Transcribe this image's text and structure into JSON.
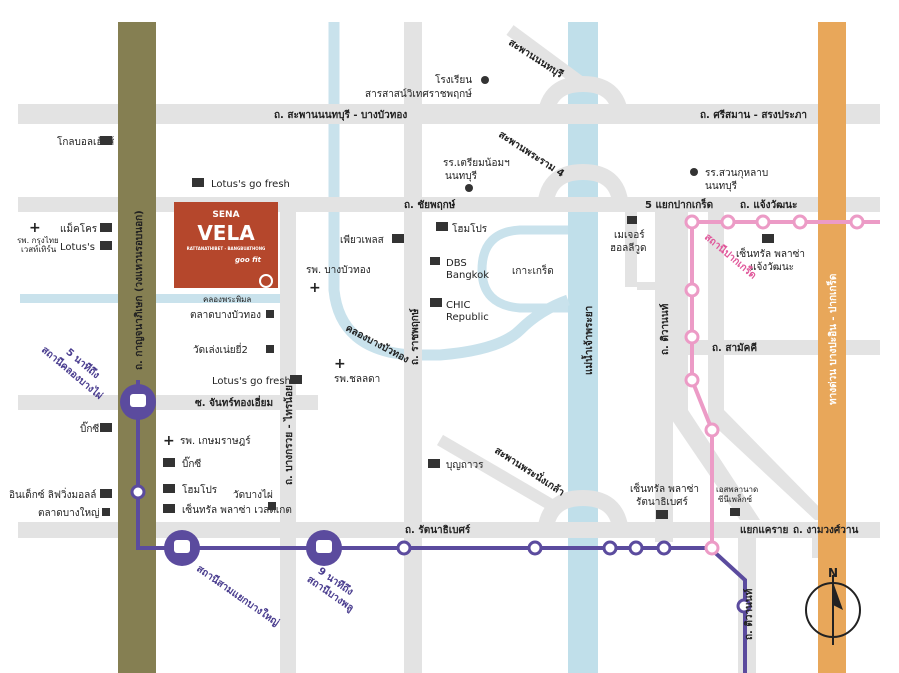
{
  "colors": {
    "road": "#e3e3e3",
    "canal": "#c9e2ec",
    "river": "#c0dfea",
    "highway_green": "#857f52",
    "expressway_orange": "#e8a75a",
    "purple_line": "#5b4b9e",
    "pink_line": "#ec9bc6",
    "logo_red": "#b5472c"
  },
  "roads": {
    "sanambinnam_bangbuathong": "ถ. สะพานนนทบุรี - บางบัวทอง",
    "srisaman_songprapa": "ถ. ศรีสมาน - สรงประภา",
    "chaiyaphruek": "ถ. ชัยพฤกษ์",
    "five_intersection": "5 แยกปากเกร็ด",
    "chaengwattana": "ถ. แจ้งวัฒนะ",
    "kanchanaphisek": "ถ. กาญจนาภิเษก (วงแหวนรอบนอก)",
    "chanthongiam": "ซ. จันทร์ทองเอี่ยม",
    "bang_kruai_sai_noi": "ถ. บางกรวย - ไทรน้อย",
    "ratchaphruek": "ถ. ราชพฤกษ์",
    "tiwanon_1": "ถ. ติวานนท์",
    "tiwanon_2": "ถ. ติวานนท์",
    "samakkhi": "ถ. สามัคคี",
    "rattanathibet": "ถ. รัตนาธิเบศร์",
    "yaek_khae_rai": "แยกแคราย",
    "ngamwongwan": "ถ. งามวงศ์วาน",
    "expressway_east": "ทางด่วน บางปะอิน - ปากเกร็ด",
    "river": "แม่น้ำเจ้าพระยา",
    "bridge_nonthaburi": "สะพานนนทบุรี",
    "bridge_rama4": "สะพานพระราม 4",
    "bridge_phranangklao": "สะพานพระนั่งเกล้า",
    "canal_phimon": "คลองพระพิมล",
    "canal_bangbuathong": "คลองบางบัวทอง",
    "ko_kret": "เกาะเกร็ด"
  },
  "pois": {
    "school_1a": "โรงเรียน",
    "school_1b": "สารสาสน์วิเทศราชพฤกษ์",
    "school_2a": "รร.เตรียมน้อมฯ",
    "school_2b": "นนทบุรี",
    "school_3a": "รร.สวนกุหลาบ",
    "school_3b": "นนทบุรี",
    "globalhouse": "โกลบอลเฮ้าส์",
    "lotus_go_fresh_1": "Lotus's go fresh",
    "makro": "แม็คโคร",
    "lotus": "Lotus's",
    "hosp_krungthai_a": "รพ. กรุงไทย",
    "hosp_krungthai_b": "เวสท์เทิร์น",
    "homepro_1": "โฮมโปร",
    "pure_place": "เพียวเพลส",
    "dbs_a": "DBS",
    "dbs_b": "Bangkok",
    "chic_a": "CHIC",
    "chic_b": "Republic",
    "hosp_bangbuathong": "รพ. บางบัวทอง",
    "major_a": "เมเจอร์",
    "major_b": "ฮอลลีวูด",
    "central_chaeng_a": "เซ็นทรัล พลาซ่า",
    "central_chaeng_b": "แจ้งวัฒนะ",
    "talad_bangbuathong": "ตลาดบางบัวทอง",
    "wat_lamnoei": "วัดเล่งเน่ยยี่2",
    "lotus_go_fresh_2": "Lotus's go fresh",
    "hosp_chonlada": "รพ.ชลลดา",
    "bigc_1": "บิ๊กซี",
    "hosp_kasemrad": "รพ. เกษมราษฎร์",
    "bigc_2": "บิ๊กซี",
    "homepro_2": "โฮมโปร",
    "central_westgate": "เซ็นทรัล พลาซ่า เวสต์เกต",
    "wat_bangphai": "วัดบางไผ่",
    "index": "อินเด็กซ์ ลิฟวิ่งมอลล์",
    "talad_bangyai": "ตลาดบางใหญ่",
    "bunthavorn": "บุญถาวร",
    "central_rattana_a": "เซ็นทรัล พลาซ่า",
    "central_rattana_b": "รัตนาธิเบศร์",
    "esplanade_a": "เอสพลานาด",
    "esplanade_b": "ซีนีเพล็กซ์"
  },
  "stations": {
    "khlong_bangphai_time": "5 นาทีถึง",
    "khlong_bangphai": "สถานีคลองบางไผ่",
    "sam_yaek_bangyai": "สถานีสามแยกบางใหญ่",
    "bang_phlu_time": "9 นาทีถึง",
    "bang_phlu": "สถานีบางพลู",
    "pak_kret": "สถานีปากเกร็ด"
  },
  "logo": {
    "brand": "SENA",
    "name": "VELA",
    "tagline": "RATTANATHIBET - BANGBUATHONG",
    "sub": "goo fit"
  },
  "compass": {
    "label": "N"
  }
}
